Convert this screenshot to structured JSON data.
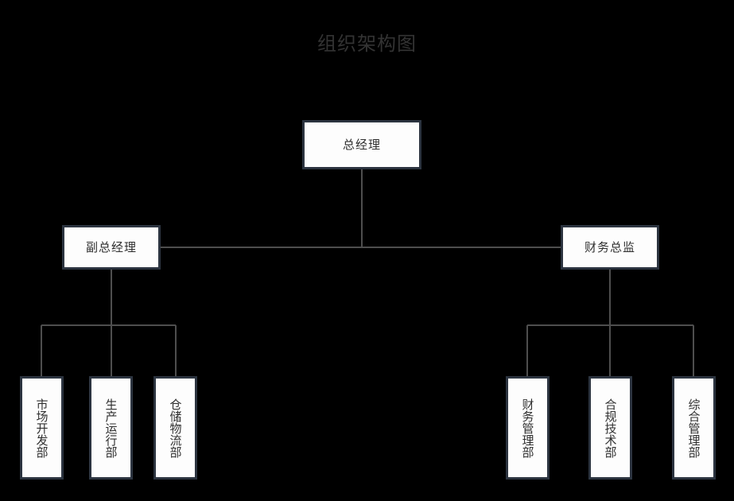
{
  "chart": {
    "title": "组织架构图",
    "type": "org-chart",
    "background_color": "#000000",
    "title_color": "#333333",
    "node_fill_color": "#fdfdfd",
    "node_border_color": "#2c3440",
    "connector_color": "#4e4e4e"
  },
  "nodes": {
    "root": {
      "label": "总经理",
      "level": 1
    },
    "level2": [
      {
        "label": "副总经理",
        "level": 2
      },
      {
        "label": "财务总监",
        "level": 2
      }
    ],
    "left_departments": [
      {
        "label": "市场开发部",
        "level": 3,
        "parent": "副总经理"
      },
      {
        "label": "生产运行部",
        "level": 3,
        "parent": "副总经理"
      },
      {
        "label": "仓储物流部",
        "level": 3,
        "parent": "副总经理"
      }
    ],
    "right_departments": [
      {
        "label": "财务管理部",
        "level": 3,
        "parent": "财务总监"
      },
      {
        "label": "合规技术部",
        "level": 3,
        "parent": "财务总监"
      },
      {
        "label": "综合管理部",
        "level": 3,
        "parent": "财务总监"
      }
    ]
  }
}
